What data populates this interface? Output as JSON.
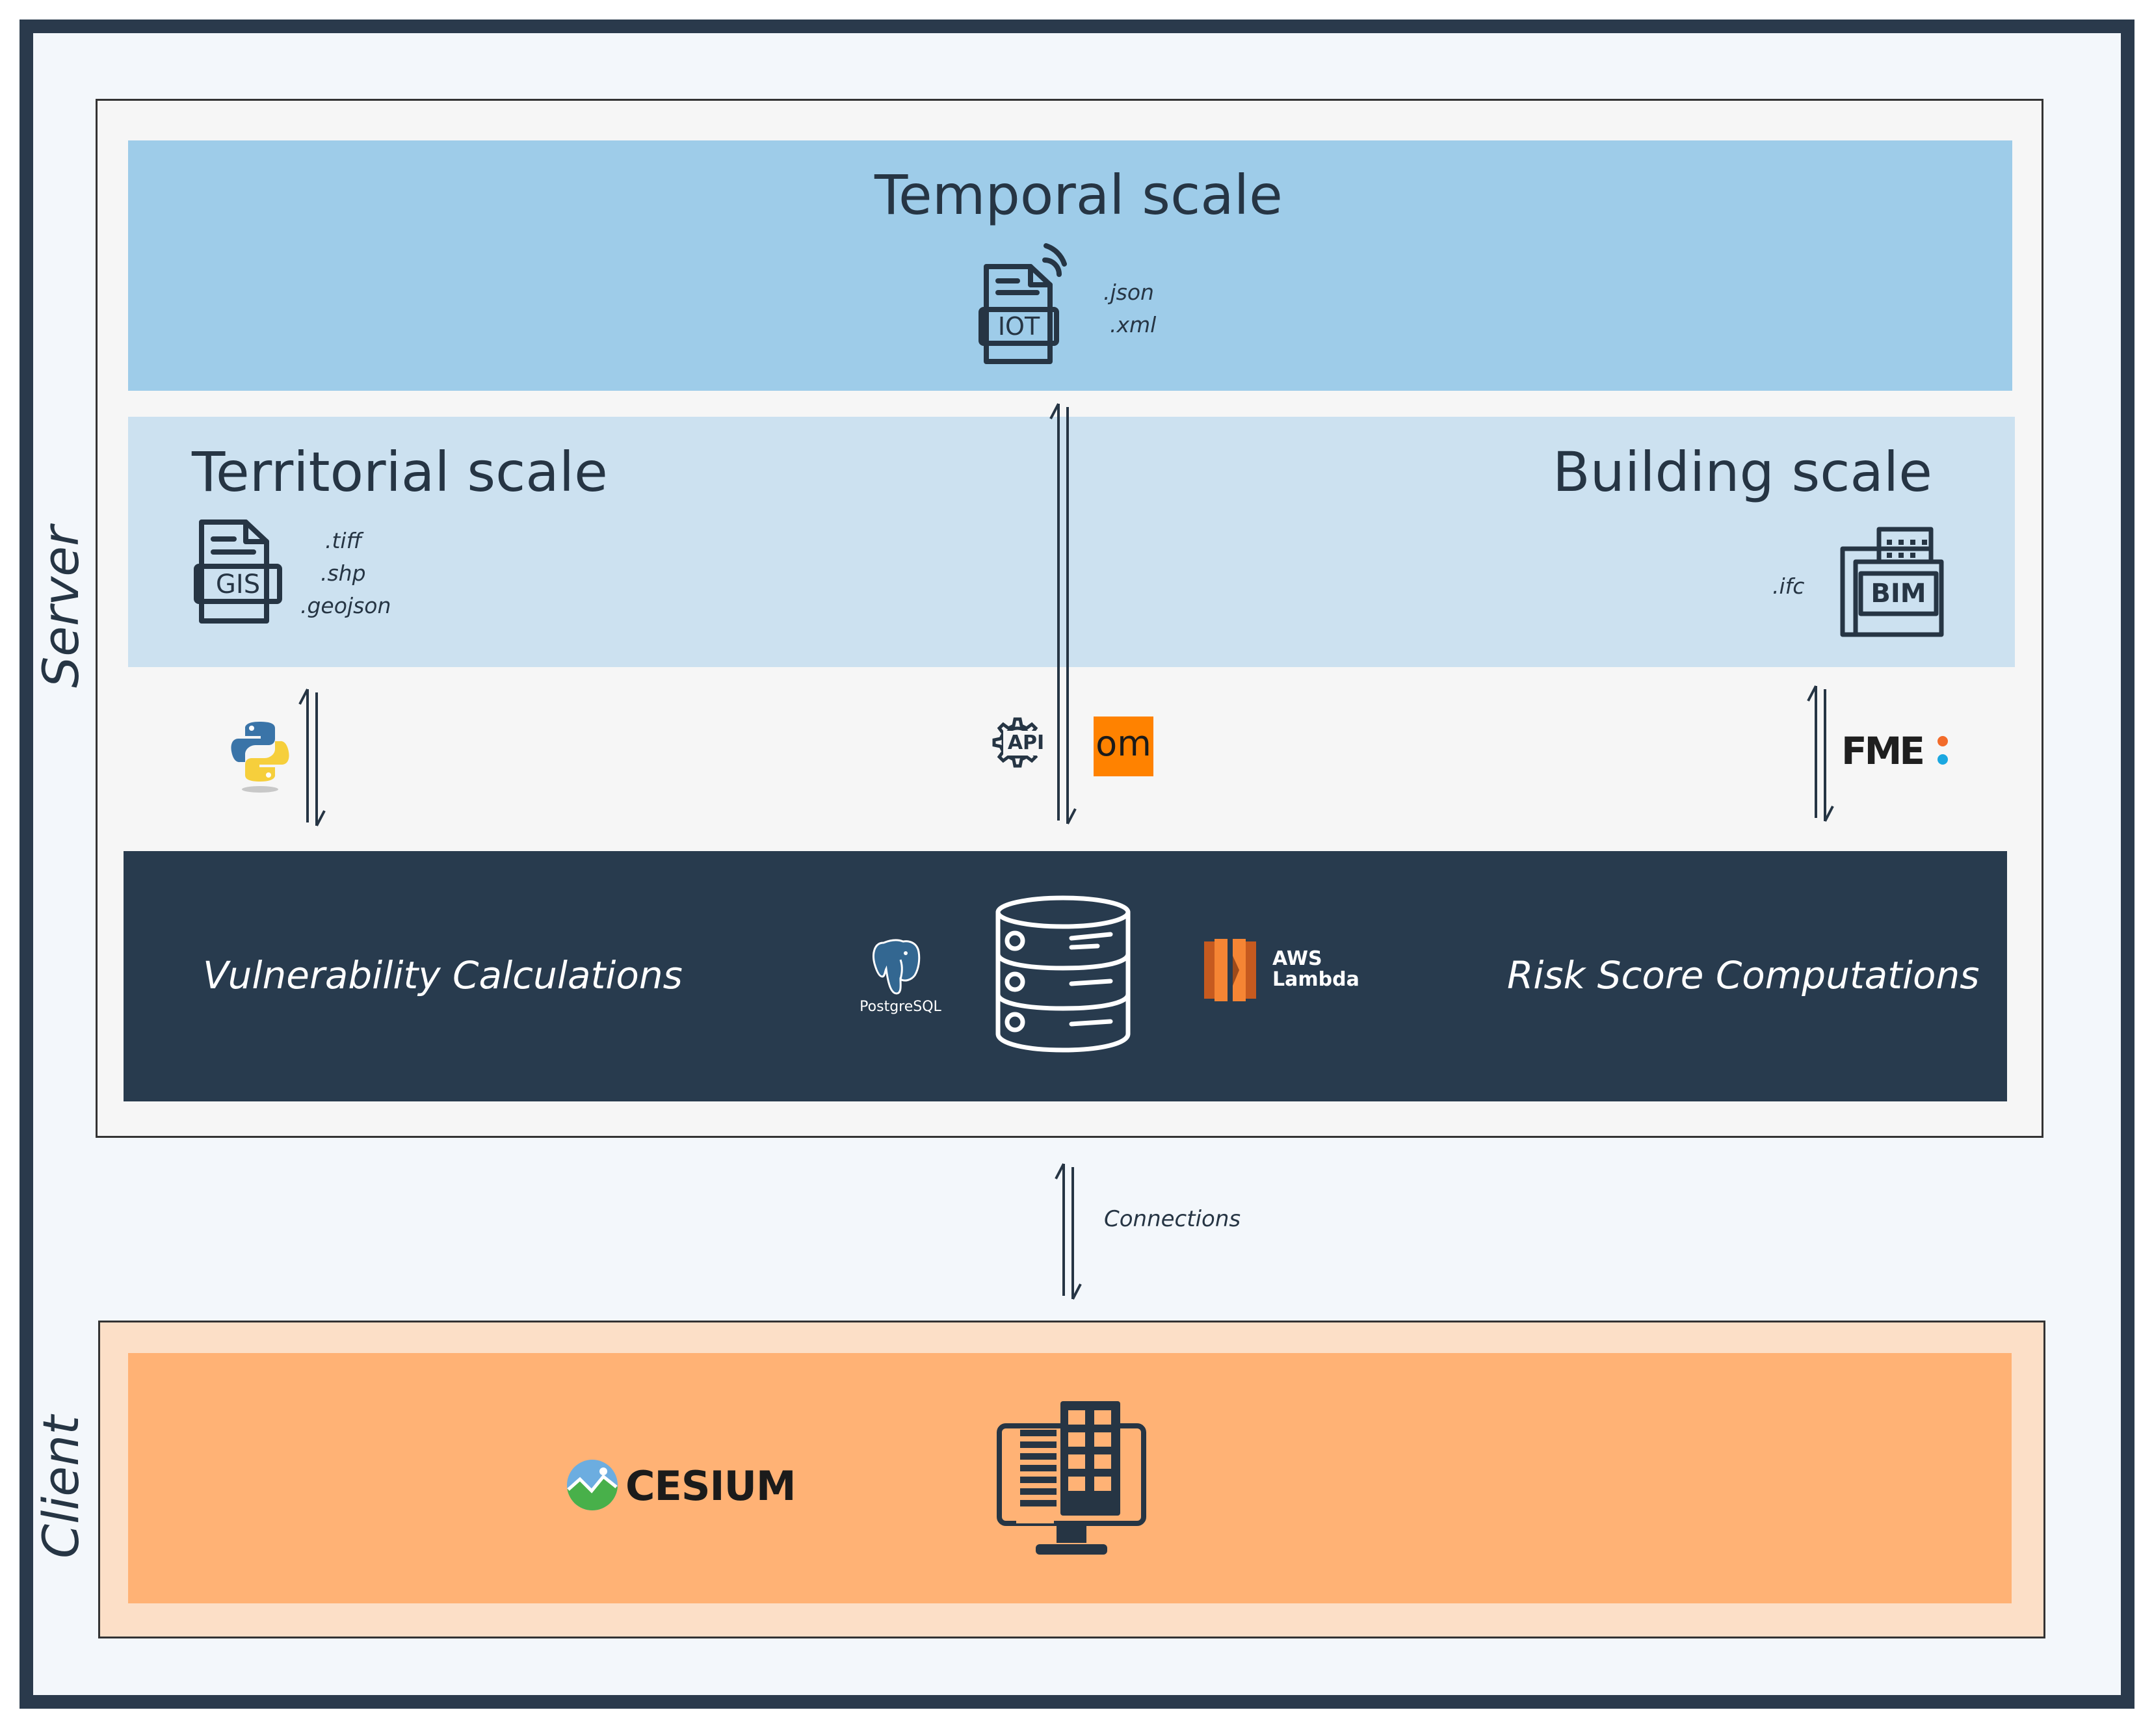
{
  "layers": {
    "server_label": "Server",
    "client_label": "Client"
  },
  "temporal": {
    "title": "Temporal scale",
    "icon_label": "IOT",
    "extensions": [
      ".json",
      ".xml"
    ]
  },
  "territorial": {
    "title": "Territorial scale",
    "icon_label": "GIS",
    "extensions": [
      ".tiff",
      ".shp",
      ".geojson"
    ]
  },
  "building": {
    "title": "Building scale",
    "icon_label": "BIM",
    "extensions": [
      ".ifc"
    ]
  },
  "tools": {
    "api_label": "API",
    "om_label": "om",
    "fme_label": "FME"
  },
  "database": {
    "left_label": "Vulnerability Calculations",
    "right_label": "Risk Score Computations",
    "postgres_label": "PostgreSQL",
    "aws_label_1": "AWS",
    "aws_label_2": "Lambda"
  },
  "connections": {
    "label": "Connections"
  },
  "client": {
    "cesium_label": "CESIUM"
  },
  "colors": {
    "frame": "#2a3a4c",
    "temporal": "#9ecce9",
    "scales": "#cce1f0",
    "database": "#283b4e",
    "client_outer": "#fcdfc7",
    "client_inner": "#ffb275",
    "om_orange": "#ff8200",
    "aws_orange": "#f58534"
  }
}
